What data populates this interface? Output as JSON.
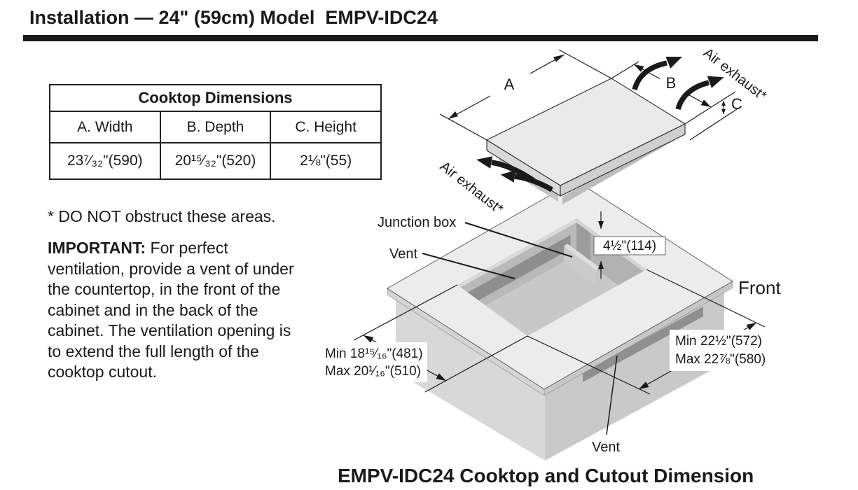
{
  "page": {
    "title": "Installation — 24\" (59cm) Model  EMPV-IDC24",
    "caption": "EMPV-IDC24 Cooktop and Cutout Dimension"
  },
  "table": {
    "title": "Cooktop Dimensions",
    "columns": [
      "A. Width",
      "B. Depth",
      "C. Height"
    ],
    "values": [
      "23⁷⁄₃₂\"(590)",
      "20¹⁵⁄₃₂\"(520)",
      "2⅛\"(55)"
    ]
  },
  "notes": {
    "asterisk": "* DO NOT obstruct these areas.",
    "important_label": "IMPORTANT:",
    "important_body": " For perfect ventilation, provide a vent of under the countertop, in the front of the cabinet and in the back of the cabinet. The ventilation opening is to extend the full length of the cooktop cutout."
  },
  "diagram": {
    "labels": {
      "air_exhaust_top": "Air exhaust*",
      "air_exhaust_left": "Air exhaust*",
      "dim_a": "A",
      "dim_b": "B",
      "dim_c": "C",
      "junction_box": "Junction box",
      "vent_top": "Vent",
      "vent_bottom": "Vent",
      "front": "Front",
      "depth_clearance": "4½\"(114)",
      "cutout_depth_min": "Min  18¹⁵⁄₁₆\"(481)",
      "cutout_depth_max": "Max 20¹⁄₁₆\"(510)",
      "cutout_width_min": "Min  22½\"(572)",
      "cutout_width_max": "Max 22⅞\"(580)"
    },
    "colors": {
      "ink": "#1a1a1a",
      "surface_light": "#ececec",
      "side_light": "#d8d8d8",
      "side_mid": "#c8c8c8",
      "cavity_floor": "#c8c8c8",
      "wall_dark": "#9c9c9c",
      "vent_slot": "#8e8e8e"
    }
  }
}
